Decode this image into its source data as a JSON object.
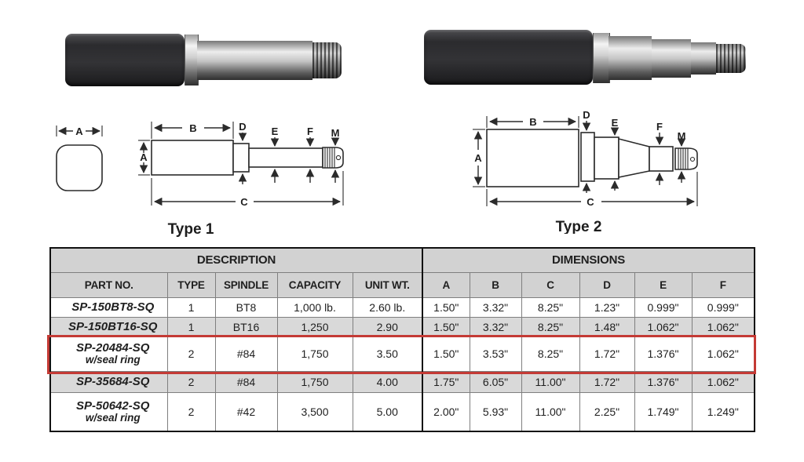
{
  "drawings": {
    "type1": {
      "title": "Type 1",
      "labels": {
        "a": "A",
        "b": "B",
        "c": "C",
        "d": "D",
        "e": "E",
        "f": "F",
        "m": "M"
      }
    },
    "type2": {
      "title": "Type 2",
      "labels": {
        "a": "A",
        "b": "B",
        "c": "C",
        "d": "D",
        "e": "E",
        "f": "F",
        "m": "M"
      }
    }
  },
  "table": {
    "group_headers": {
      "description": "DESCRIPTION",
      "dimensions": "DIMENSIONS"
    },
    "columns": {
      "part_no": "PART NO.",
      "type": "TYPE",
      "spindle": "SPINDLE",
      "capacity": "CAPACITY",
      "unit_wt": "UNIT WT.",
      "a": "A",
      "b": "B",
      "c": "C",
      "d": "D",
      "e": "E",
      "f": "F"
    },
    "rows": [
      {
        "part_no": "SP-150BT8-SQ",
        "note": "",
        "type": "1",
        "spindle": "BT8",
        "capacity": "1,000 lb.",
        "unit_wt": "2.60 lb.",
        "a": "1.50\"",
        "b": "3.32\"",
        "c": "8.25\"",
        "d": "1.23\"",
        "e": "0.999\"",
        "f": "0.999\""
      },
      {
        "part_no": "SP-150BT16-SQ",
        "note": "",
        "type": "1",
        "spindle": "BT16",
        "capacity": "1,250",
        "unit_wt": "2.90",
        "a": "1.50\"",
        "b": "3.32\"",
        "c": "8.25\"",
        "d": "1.48\"",
        "e": "1.062\"",
        "f": "1.062\""
      },
      {
        "part_no": "SP-20484-SQ",
        "note": "w/seal ring",
        "type": "2",
        "spindle": "#84",
        "capacity": "1,750",
        "unit_wt": "3.50",
        "a": "1.50\"",
        "b": "3.53\"",
        "c": "8.25\"",
        "d": "1.72\"",
        "e": "1.376\"",
        "f": "1.062\""
      },
      {
        "part_no": "SP-35684-SQ",
        "note": "",
        "type": "2",
        "spindle": "#84",
        "capacity": "1,750",
        "unit_wt": "4.00",
        "a": "1.75\"",
        "b": "6.05\"",
        "c": "11.00\"",
        "d": "1.72\"",
        "e": "1.376\"",
        "f": "1.062\""
      },
      {
        "part_no": "SP-50642-SQ",
        "note": "w/seal ring",
        "type": "2",
        "spindle": "#42",
        "capacity": "3,500",
        "unit_wt": "5.00",
        "a": "2.00\"",
        "b": "5.93\"",
        "c": "11.00\"",
        "d": "2.25\"",
        "e": "1.749\"",
        "f": "1.249\""
      }
    ]
  },
  "colors": {
    "highlight_red": "#c43a35",
    "header_gray": "#d2d2d2",
    "stripe_gray": "#d9d9d9",
    "line_black": "#111111"
  }
}
